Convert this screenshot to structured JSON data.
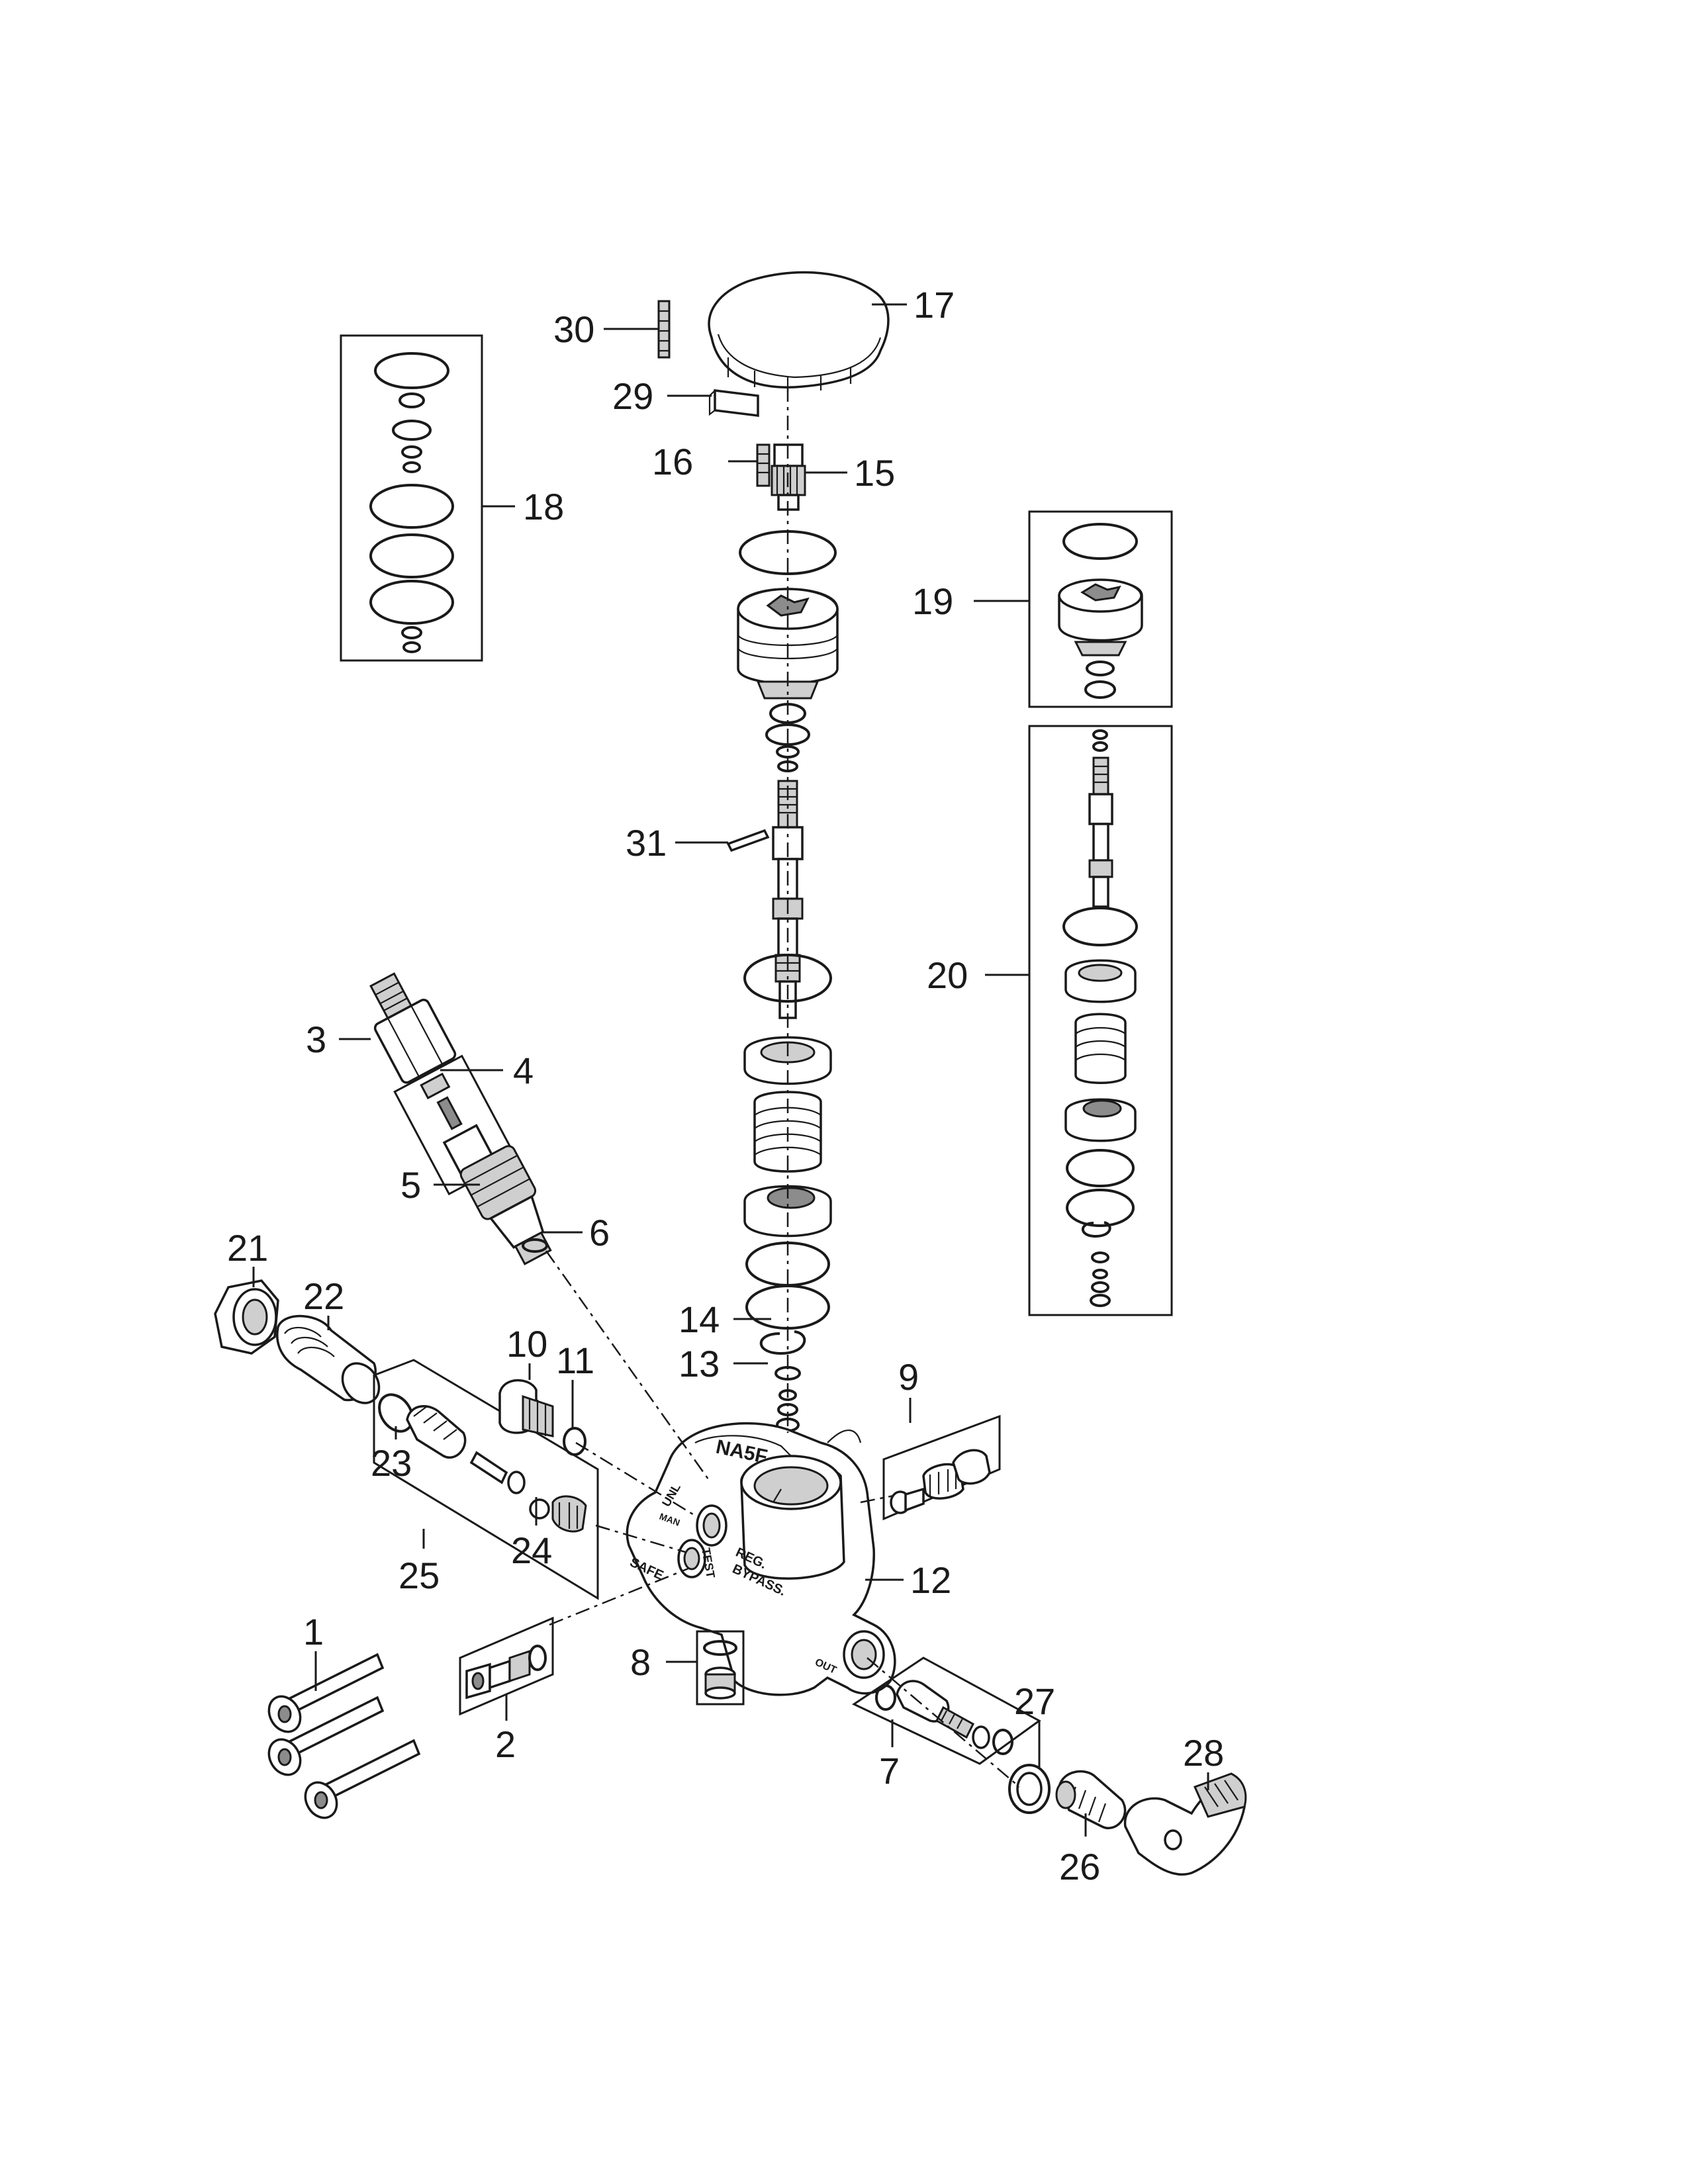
{
  "diagram": {
    "callouts": [
      "1",
      "2",
      "3",
      "4",
      "5",
      "6",
      "7",
      "8",
      "9",
      "10",
      "11",
      "12",
      "13",
      "14",
      "15",
      "16",
      "17",
      "18",
      "19",
      "20",
      "21",
      "22",
      "23",
      "24",
      "25",
      "26",
      "27",
      "28",
      "29",
      "30",
      "31"
    ],
    "body_markings": {
      "model": "NA5F",
      "safe": "SAFE",
      "test": "TEST",
      "reg": "REG.",
      "bypass": "BYPASS.",
      "out": "OUT",
      "manom": "MAN",
      "unl": "UNL"
    }
  }
}
